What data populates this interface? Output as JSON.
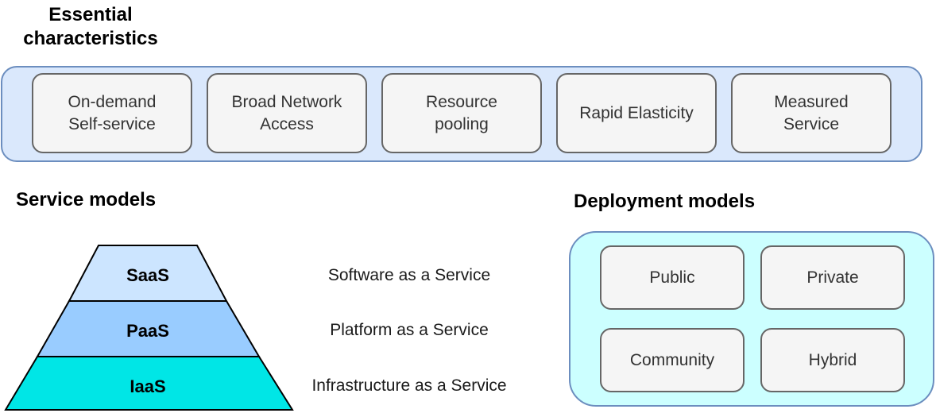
{
  "essential": {
    "title": "Essential\ncharacteristics",
    "items": [
      "On-demand\nSelf-service",
      "Broad Network\nAccess",
      "Resource\npooling",
      "Rapid Elasticity",
      "Measured\nService"
    ]
  },
  "service": {
    "title": "Service models",
    "layers": [
      {
        "label": "SaaS",
        "description": "Software as a Service",
        "color": "#cce5ff"
      },
      {
        "label": "PaaS",
        "description": "Platform as a Service",
        "color": "#99ccff"
      },
      {
        "label": "IaaS",
        "description": "Infrastructure as a Service",
        "color": "#00e6e6"
      }
    ]
  },
  "deployment": {
    "title": "Deployment models",
    "items": [
      "Public",
      "Private",
      "Community",
      "Hybrid"
    ]
  },
  "colors": {
    "panel_blue": "#dae8fc",
    "panel_cyan": "#ccffff",
    "panel_border": "#6c8ebf",
    "box_fill": "#f5f5f5",
    "box_border": "#666666"
  }
}
